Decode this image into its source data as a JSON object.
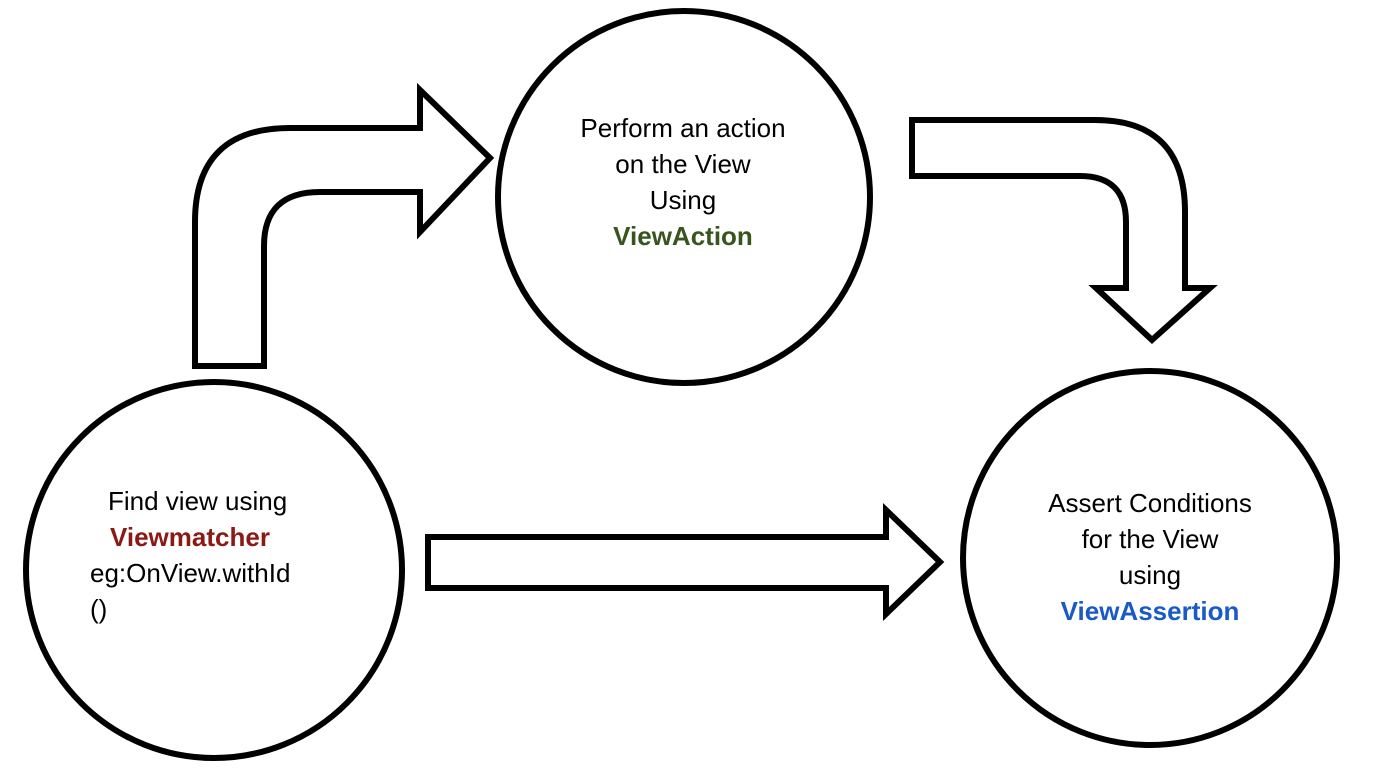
{
  "nodes": {
    "find": {
      "lines": [
        "Find view using",
        "Viewmatcher",
        "eg:OnView.withId",
        "()"
      ],
      "keyword_color": "#8b1a14"
    },
    "action": {
      "lines": [
        "Perform an action",
        "on the View",
        "Using",
        "ViewAction"
      ],
      "keyword_color": "#38551f"
    },
    "assert": {
      "lines": [
        "Assert Conditions",
        "for the View",
        "using",
        "ViewAssertion"
      ],
      "keyword_color": "#1a5ac8"
    }
  },
  "arrows": {
    "find_to_action": "bent-arrow-up-right",
    "find_to_assert": "arrow-right",
    "action_to_assert": "bent-arrow-right-down"
  }
}
